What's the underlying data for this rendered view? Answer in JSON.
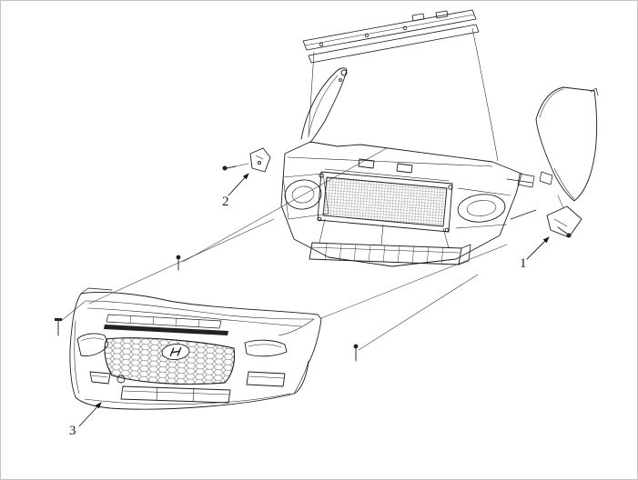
{
  "diagram": {
    "kind": "exploded-parts-line-drawing",
    "callouts": [
      {
        "label": "1"
      },
      {
        "label": "2"
      },
      {
        "label": "3"
      }
    ],
    "colors": {
      "line": "#1c1c1c",
      "background": "#ffffff"
    }
  }
}
